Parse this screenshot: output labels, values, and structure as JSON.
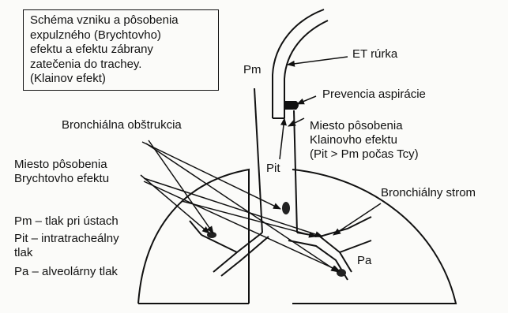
{
  "diagram": {
    "title": "Schéma vzniku a pôsobenia\nexpulzného (Brychtovho)\nefektu a efektu zábrany\nzatečenia do trachey.\n(Klainov efekt)",
    "labels": {
      "pm": "Pm",
      "et_rurka": "ET rúrka",
      "prevencia": "Prevencia aspirácie",
      "obstrukcia": "Bronchiálna obštrukcia",
      "klain": "Miesto pôsobenia\nKlainovho efektu\n(Pit > Pm počas Tcy)",
      "pit": "Pit",
      "brychta": "Miesto pôsobenia\nBrychtovho efektu",
      "strom": "Bronchiálny strom",
      "pa": "Pa"
    },
    "legend": {
      "pm": "Pm – tlak pri ústach",
      "pit": "Pit – intratracheálny\ntlak",
      "pa": "Pa – alveolárny tlak"
    }
  }
}
